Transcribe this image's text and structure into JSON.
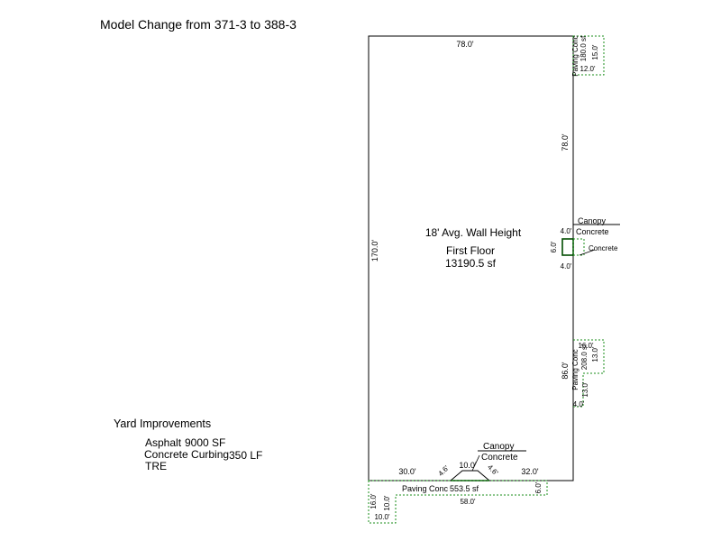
{
  "header": {
    "title": "Model Change from 371-3 to 388-3"
  },
  "building": {
    "wall_height": "18' Avg. Wall Height",
    "floor_name": "First Floor",
    "floor_area": "13190.5 sf",
    "dims": {
      "top": "78.0'",
      "left": "170.0'",
      "right_upper": "78.0'",
      "right_lower": "86.0'",
      "bottom_left": "30.0'",
      "bottom_right": "32.0'",
      "notch_diag_left": "4.6'",
      "notch_diag_right": "4.6'",
      "notch_mid": "10.0'"
    }
  },
  "right_canopy": {
    "label_top": "Canopy",
    "label_bottom": "Concrete",
    "inner_label": "Concrete",
    "dim_top": "4.0'",
    "dim_side": "6.0'",
    "dim_bottom": "4.0'"
  },
  "bottom_canopy": {
    "label_top": "Canopy",
    "label_bottom": "Concrete"
  },
  "paving_top_right": {
    "label": "Paving Conc",
    "area": "180.0 sf",
    "dim_side": "15.0'",
    "dim_bottom": "12.0'"
  },
  "paving_mid_right": {
    "label": "Paving Conc",
    "area": "208.0 sf",
    "dim_top": "16.0'",
    "dim_side": "13.0'",
    "dim_left_side": "13.0'",
    "dim_bottom": "4.0'"
  },
  "paving_bottom": {
    "label": "Paving Conc",
    "area": "553.5 sf",
    "dim_length": "58.0'",
    "dim_right": "6.0'",
    "dim_left_outer": "16.0'",
    "dim_left_inner": "10.0'",
    "dim_bottom": "10.0'"
  },
  "yard": {
    "title": "Yard Improvements",
    "items": [
      {
        "name": "Asphalt",
        "value": "9000 SF"
      },
      {
        "name": "Concrete Curbing",
        "value": "350 LF"
      },
      {
        "name": "TRE",
        "value": ""
      }
    ]
  },
  "colors": {
    "outline": "#000000",
    "dashed": "#1a8c1a",
    "canopy": "#004d00"
  }
}
